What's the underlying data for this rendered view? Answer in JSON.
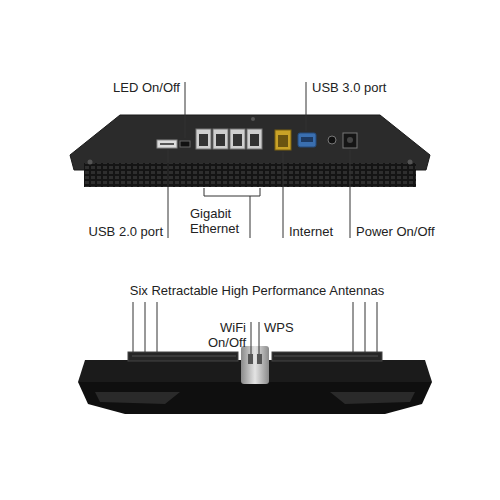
{
  "diagram": {
    "labels": [
      "LED On/Off",
      "USB 3.0 port",
      "USB 2.0 port",
      "Gigabit Ethernet",
      "Internet",
      "Power On/Off",
      "Six Retractable High Performance Antennas",
      "WiFi On/Off",
      "WPS"
    ]
  }
}
